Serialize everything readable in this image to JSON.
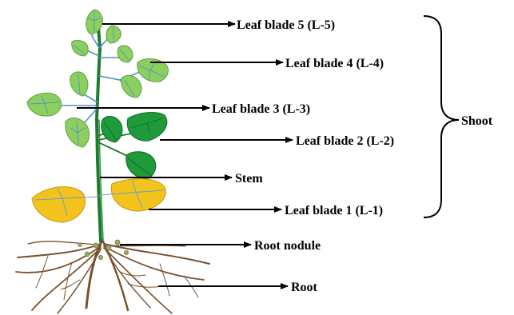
{
  "labels": {
    "leaf5": "Leaf blade 5 (L-5)",
    "leaf4": "Leaf blade 4 (L-4)",
    "leaf3": "Leaf blade 3 (L-3)",
    "leaf2": "Leaf blade 2 (L-2)",
    "stem": "Stem",
    "leaf1": "Leaf blade 1 (L-1)",
    "root_nodule": "Root nodule",
    "root": "Root",
    "shoot": "Shoot"
  },
  "colors": {
    "leaf_light": "#8ccf5f",
    "leaf_light_edge": "#5f9f3f",
    "leaf_dark": "#1f9a3a",
    "leaf_dark_edge": "#136b26",
    "leaf_yellow": "#f2c31a",
    "leaf_yellow_edge": "#c9961a",
    "vein_blue": "#4f93c9",
    "stem": "#1f7a2e",
    "root": "#7a5230",
    "nodule": "#9aa86a",
    "line": "#000000"
  }
}
